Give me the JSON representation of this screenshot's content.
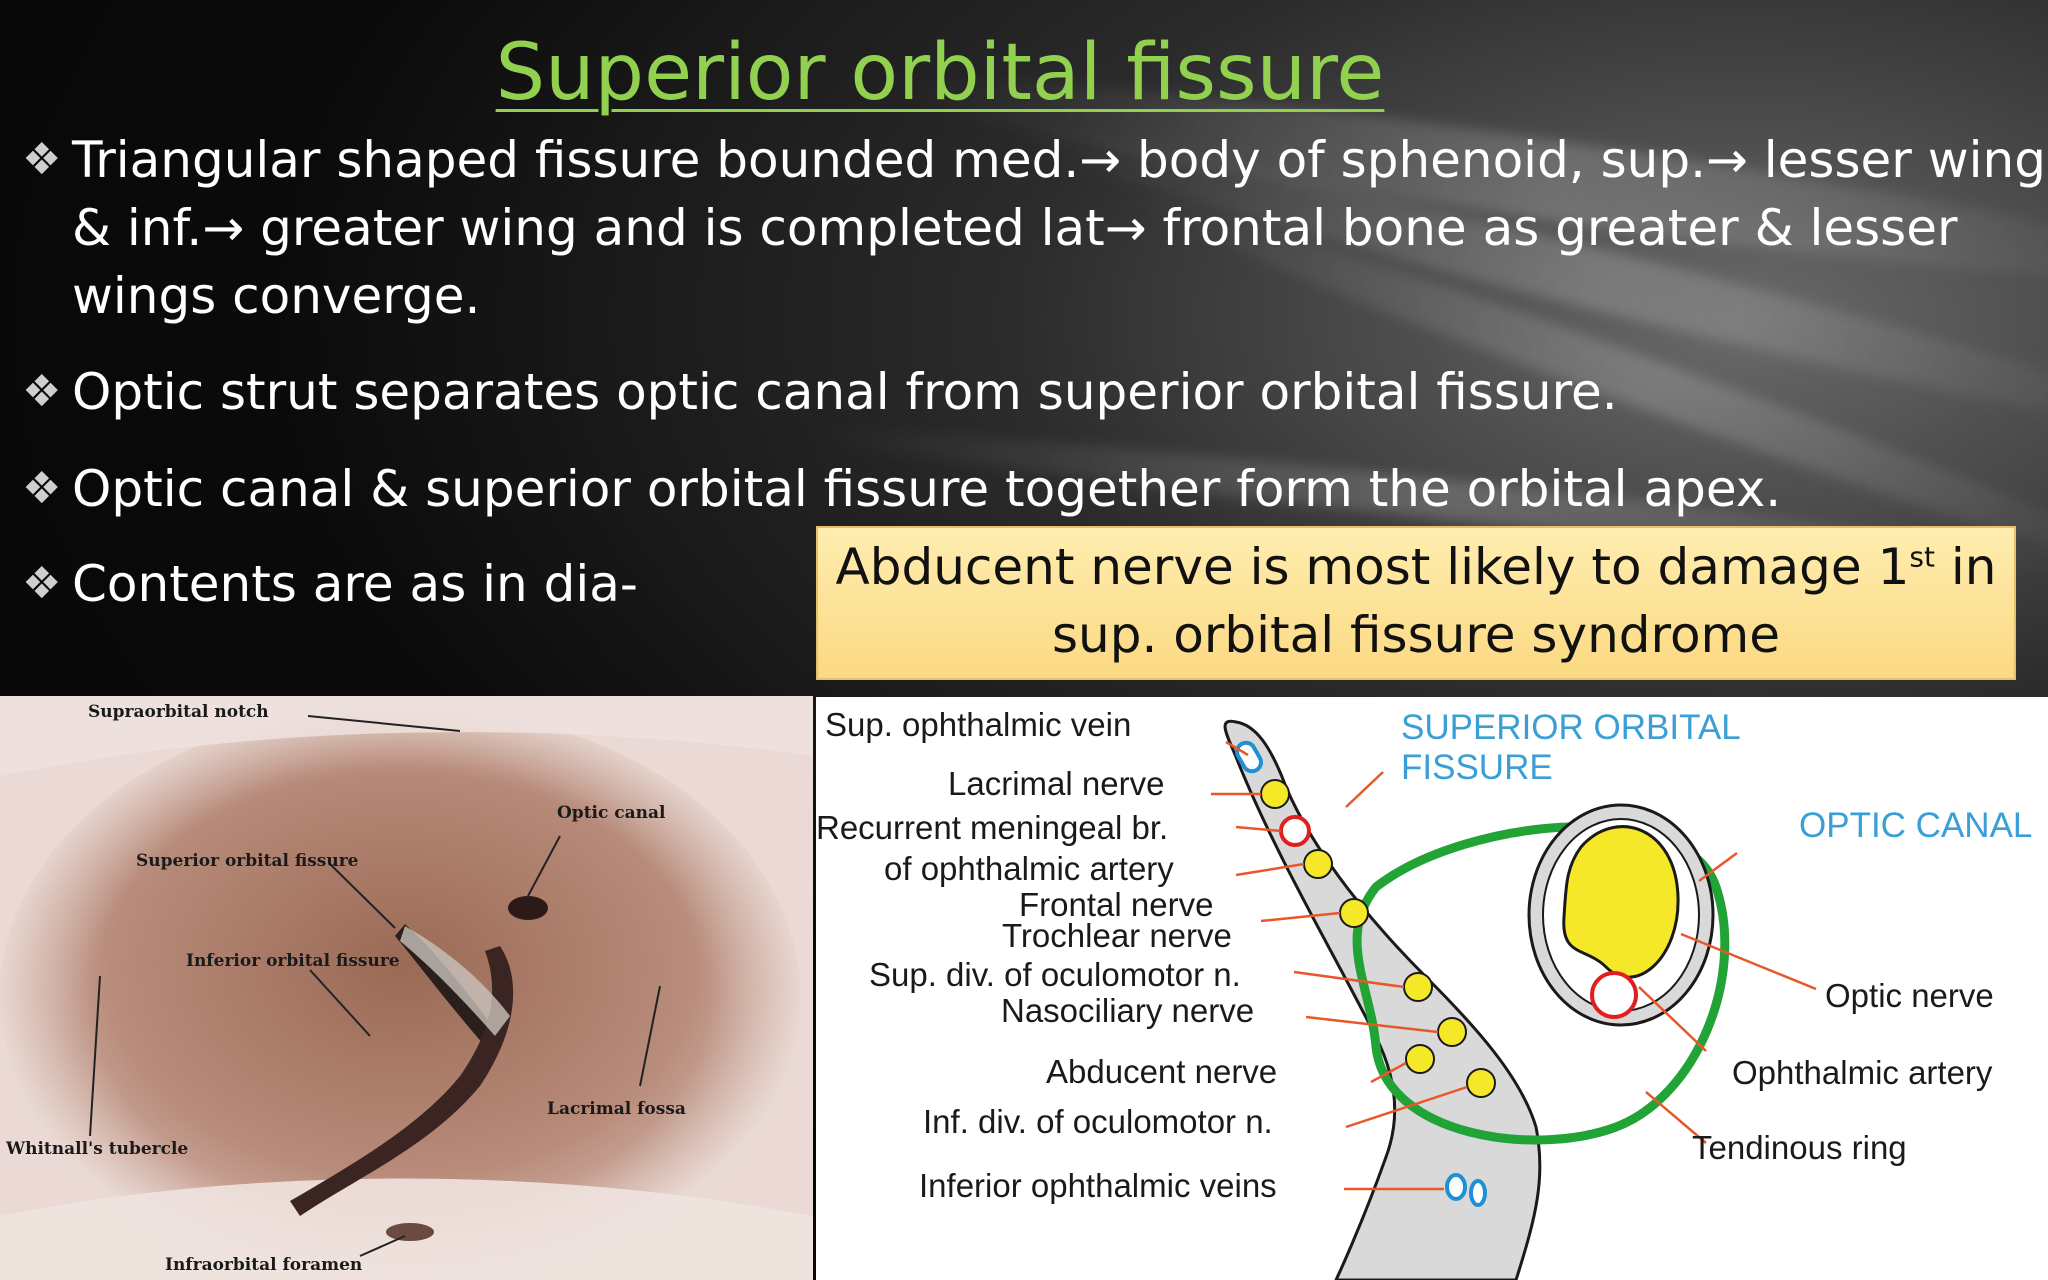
{
  "title": "Superior orbital fissure",
  "bullets": [
    {
      "lines": [
        "Triangular shaped fissure bounded med.→ body of sphenoid, sup.→ lesser wing,",
        "& inf.→ greater wing and is completed lat→ frontal bone as  greater & lesser",
        "wings converge."
      ]
    },
    {
      "lines": [
        "Optic strut separates optic canal  from superior orbital  fissure."
      ]
    },
    {
      "lines": [
        "Optic canal & superior orbital fissure together form the orbital  apex."
      ]
    },
    {
      "lines": [
        "Contents are as in dia-"
      ]
    }
  ],
  "bullet_mark": "❖",
  "callout": {
    "line1_main": "Abducent nerve is most likely to damage 1",
    "line1_sup": "st",
    "line1_end": "  in",
    "line2": "sup. orbital fissure syndrome"
  },
  "photo_labels": {
    "supraorbital_notch": "Supraorbital notch",
    "optic_canal": "Optic canal",
    "superior_orbital_fissure": "Superior orbital fissure",
    "inferior_orbital_fissure": "Inferior orbital fissure",
    "lacrimal_fossa": "Lacrimal fossa",
    "whitnalls_tubercle": "Whitnall's tubercle",
    "infraorbital_foramen": "Infraorbital foramen"
  },
  "diagram_labels": {
    "sup_ophthalmic_vein": "Sup. ophthalmic vein",
    "lacrimal_nerve": "Lacrimal nerve",
    "recurrent_meningeal_1": "Recurrent meningeal br.",
    "recurrent_meningeal_2": "of ophthalmic artery",
    "frontal_nerve": "Frontal nerve",
    "trochlear_nerve": "Trochlear nerve",
    "sup_div_oculomotor": "Sup. div. of oculomotor n.",
    "nasociliary_nerve": "Nasociliary nerve",
    "abducent_nerve": "Abducent nerve",
    "inf_div_oculomotor": "Inf. div. of oculomotor n.",
    "inferior_ophthalmic_veins": "Inferior ophthalmic veins",
    "superior_orbital_fissure_1": "SUPERIOR ORBITAL",
    "superior_orbital_fissure_2": "FISSURE",
    "optic_canal": "OPTIC CANAL",
    "optic_nerve": "Optic nerve",
    "ophthalmic_artery": "Ophthalmic artery",
    "tendinous_ring": "Tendinous ring"
  },
  "colors": {
    "title": "#92d050",
    "callout_bg": "#fbd982",
    "ring_green": "#21a336",
    "nerve_yellow": "#f5e829",
    "artery_red": "#e02020",
    "vein_blue": "#1f8fd6",
    "leader_orange": "#e8572a",
    "label_blue": "#3a9fd6"
  }
}
